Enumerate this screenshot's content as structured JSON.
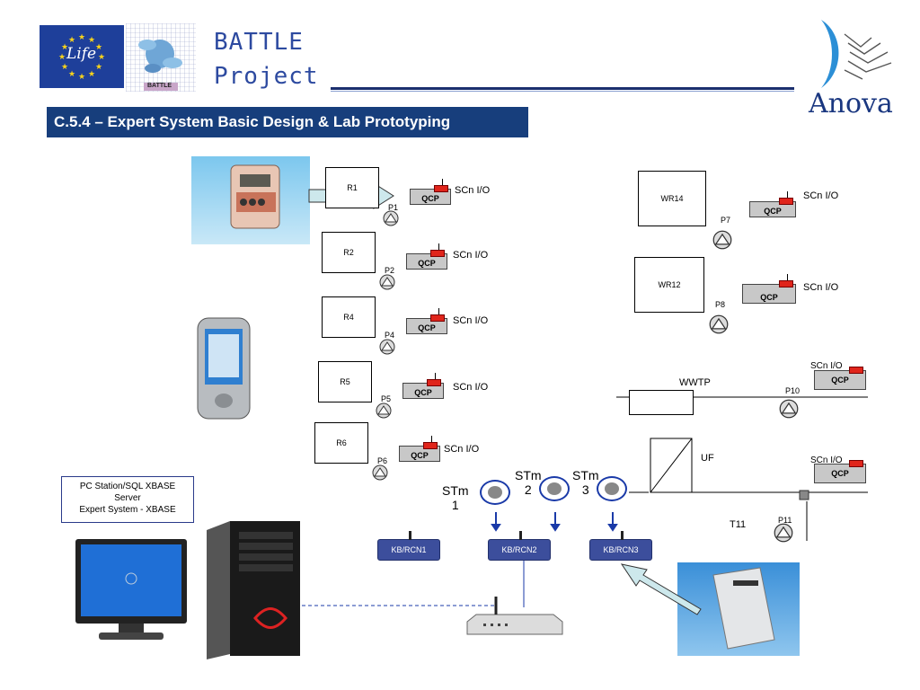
{
  "header": {
    "battle_line1": "BATTLE",
    "battle_line2": "Project",
    "life_logo_text": "Life",
    "battle_logo_text": "BATTLE",
    "anova": "Anova"
  },
  "section_title": "C.5.4 – Expert System Basic Design & Lab Prototyping",
  "reservoirs": [
    "R1",
    "R2",
    "R4",
    "R5",
    "R6",
    "WR14",
    "WR12"
  ],
  "pumps": [
    "P1",
    "P2",
    "P4",
    "P5",
    "P6",
    "P7",
    "P8",
    "P10",
    "P11"
  ],
  "qcp_label": "QCP",
  "scn_label": "SCn I/O",
  "wwtp": "WWTP",
  "uf": "UF",
  "t11": "T11",
  "stm": [
    {
      "line1": "STm",
      "line2": "1"
    },
    {
      "line1": "STm",
      "line2": "2"
    },
    {
      "line1": "STm",
      "line2": "3"
    }
  ],
  "kb": [
    "KB/RCN1",
    "KB/RCN2",
    "KB/RCN3"
  ],
  "pc_station": {
    "line1": "PC Station/SQL XBASE",
    "line2": "Server",
    "line3": "Expert System - XBASE"
  },
  "colors": {
    "title_bg": "#173e7c",
    "kb_blue": "#3c4e9c",
    "qcp_red": "#e0251b",
    "arrow_fill": "#cde8ec"
  }
}
